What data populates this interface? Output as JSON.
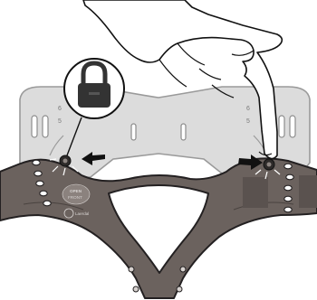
{
  "illustration": {
    "logo_text": "Laerdal",
    "label_lines": [
      "OPEN",
      "FRONT"
    ],
    "lock_icon": "padlock-closed-icon",
    "left_arrow_icon": "arrow-right-icon",
    "right_arrow_icon": "arrow-right-icon",
    "hand_icon": "pointing-hand-icon"
  },
  "colors": {
    "brace_panel": "#6b625e",
    "brace_outline": "#232021",
    "back_plate": "#dcdcdc",
    "back_plate_stroke": "#9a9a9a",
    "callout_fill": "#ffffff",
    "padlock": "#333333",
    "arrow": "#111111"
  }
}
